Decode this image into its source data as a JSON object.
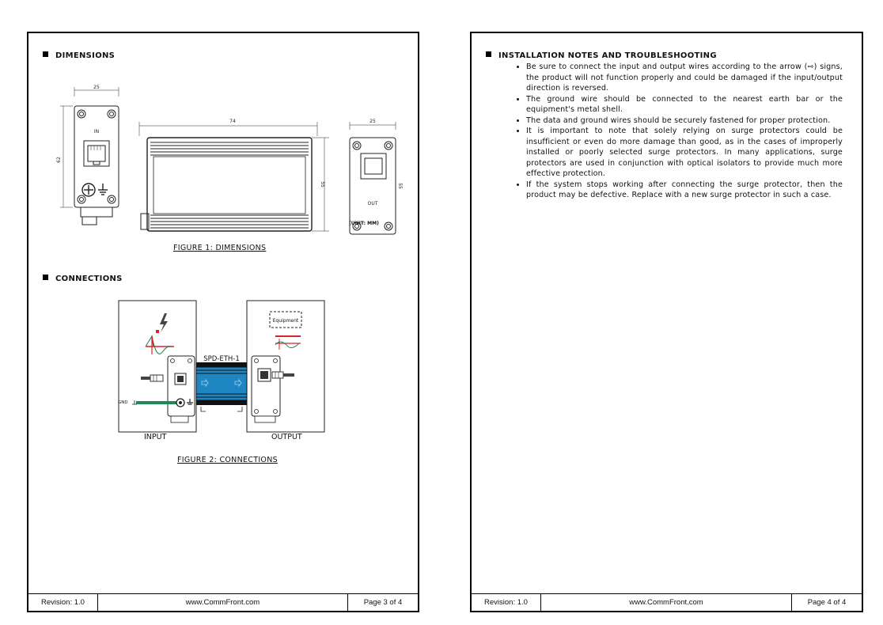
{
  "page3": {
    "dimensions_heading": "DIMENSIONS",
    "figure1": {
      "caption": "FIGURE 1: DIMENSIONS",
      "dim_front_width": "25",
      "dim_side_length": "74",
      "dim_rear_width": "25",
      "dim_height": "62",
      "dim_side_height": "55",
      "dim_rear_height": "55",
      "in_label": "IN",
      "out_label": "OUT",
      "unit_label": "(UNIT: MM)"
    },
    "connections_heading": "CONNECTIONS",
    "figure2": {
      "caption": "FIGURE 2: CONNECTIONS",
      "device_label": "SPD-ETH-1",
      "gnd_label": "GND",
      "equipment_label": "Equipment",
      "input_label": "INPUT",
      "output_label": "OUTPUT"
    },
    "footer": {
      "revision": "Revision: 1.0",
      "website": "www.CommFront.com",
      "page": "Page 3 of 4"
    }
  },
  "page4": {
    "heading": "INSTALLATION NOTES AND TROUBLESHOOTING",
    "notes": [
      "Be sure to connect the input and output wires according to the arrow (⇨) signs, the product will not function properly and could be damaged if the input/output direction is reversed.",
      "The ground wire should be connected to the nearest earth bar or the equipment's metal shell.",
      "The data and ground wires should be securely fastened for proper protection.",
      "It is important to note that solely relying on surge protectors could be insufficient or even do more damage than good, as in the cases of improperly installed or poorly selected surge protectors. In many applications, surge protectors are used in conjunction with optical isolators to provide much more effective protection.",
      "If the system stops working after connecting the surge protector, then the product may be defective. Replace with a new surge protector in such a case."
    ],
    "footer": {
      "revision": "Revision: 1.0",
      "website": "www.CommFront.com",
      "page": "Page 4 of 4"
    }
  },
  "colors": {
    "device_blue": "#1f86c4",
    "ground_green": "#1f8a55",
    "surge_red": "#d8232a"
  },
  "icons": [
    "square-bullet-icon",
    "lightning-icon",
    "arrow-icon",
    "ground-icon",
    "ethernet-plug-icon",
    "rj45-port-icon",
    "screw-icon"
  ]
}
